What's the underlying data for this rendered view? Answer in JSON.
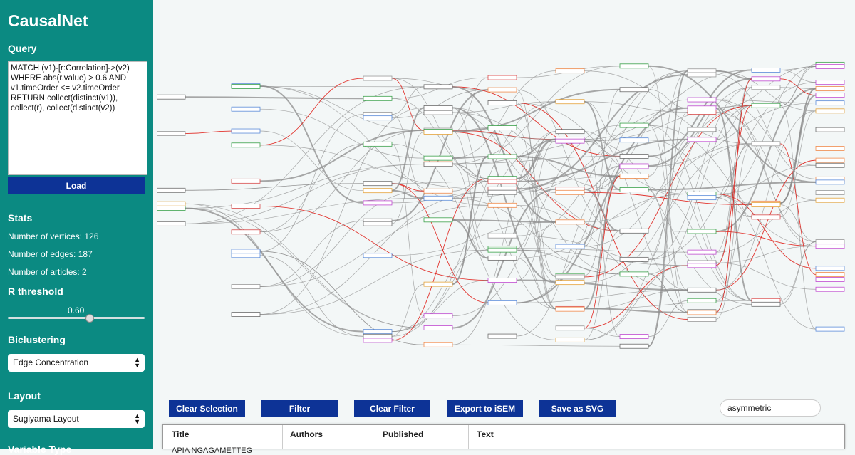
{
  "app": {
    "title": "CausalNet"
  },
  "query": {
    "heading": "Query",
    "text": "MATCH (v1)-[r:Correlation]->(v2)\nWHERE abs(r.value) > 0.6 AND\nv1.timeOrder <= v2.timeOrder\nRETURN collect(distinct(v1)),\ncollect(r), collect(distinct(v2))",
    "load_label": "Load"
  },
  "stats": {
    "heading": "Stats",
    "vertices_label": "Number of vertices: 126",
    "edges_label": "Number of edges: 187",
    "articles_label": "Number of articles: 2"
  },
  "threshold": {
    "heading": "R threshold",
    "value_label": "0.60",
    "value": 0.6
  },
  "biclustering": {
    "heading": "Biclustering",
    "selected": "Edge Concentration"
  },
  "layout": {
    "heading": "Layout",
    "selected": "Sugiyama Layout"
  },
  "variable_section": {
    "heading_partial": "Variable Type"
  },
  "toolbar": {
    "clear_selection": "Clear Selection",
    "filter": "Filter",
    "clear_filter": "Clear Filter",
    "export": "Export to iSEM",
    "save_svg": "Save as SVG"
  },
  "search": {
    "value": "asymmetric"
  },
  "table": {
    "columns": [
      "Title",
      "Authors",
      "Published",
      "Text"
    ],
    "first_row_partial": "APIA NGAGAMETTEG"
  },
  "graph": {
    "colors": {
      "edge_default": "#8c8c8c",
      "edge_highlight": "#e0201a",
      "node_label": "#888888"
    }
  }
}
